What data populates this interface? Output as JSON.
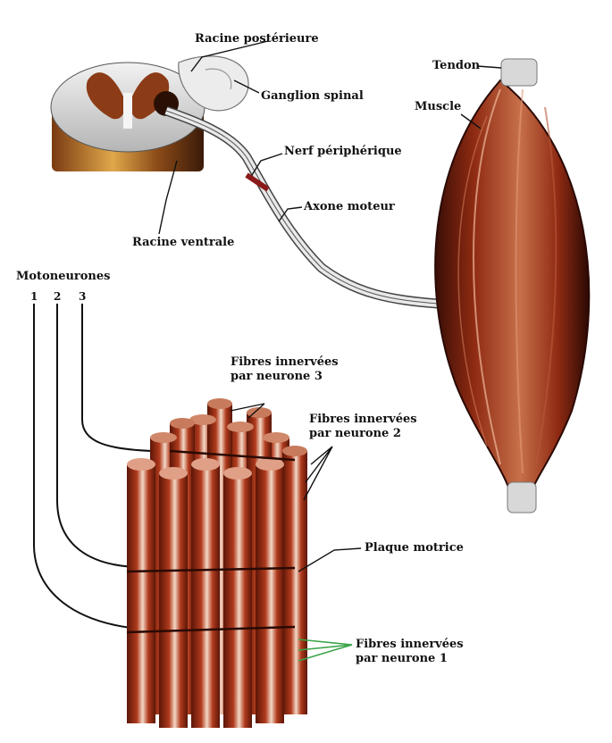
{
  "labels": {
    "racine_posterieure": "Racine postérieure",
    "ganglion_spinal": "Ganglion spinal",
    "nerf_peripherique": "Nerf périphérique",
    "axone_moteur": "Axone moteur",
    "racine_ventrale": "Racine ventrale",
    "tendon": "Tendon",
    "muscle": "Muscle",
    "motoneurones": "Motoneurones",
    "mn1": "1",
    "mn2": "2",
    "mn3": "3",
    "fibres_neurone3_l1": "Fibres innervées",
    "fibres_neurone3_l2": "par neurone 3",
    "fibres_neurone2_l1": "Fibres innervées",
    "fibres_neurone2_l2": "par neurone 2",
    "plaque_motrice": "Plaque motrice",
    "fibres_neurone1_l1": "Fibres innervées",
    "fibres_neurone1_l2": "par neurone 1"
  },
  "colors": {
    "muscle_dark": "#3a0e06",
    "muscle_mid": "#8e2a12",
    "muscle_light": "#c7704a",
    "tendon": "#d8d8d8",
    "fiber_dark": "#5b1608",
    "fiber_red": "#b03a1c",
    "fiber_light": "#f3d8c6",
    "arrow_green": "#3aa54a",
    "line": "#111111"
  }
}
